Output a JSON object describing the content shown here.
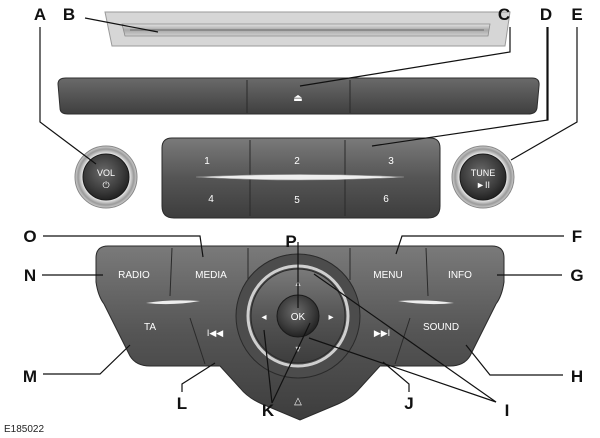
{
  "figure_id": "E185022",
  "callouts": {
    "A": "A",
    "B": "B",
    "C": "C",
    "D": "D",
    "E": "E",
    "F": "F",
    "G": "G",
    "H": "H",
    "I": "I",
    "J": "J",
    "K": "K",
    "L": "L",
    "M": "M",
    "N": "N",
    "O": "O",
    "P": "P"
  },
  "knobs": {
    "volume_label": "VOL",
    "volume_symbol": "⏻",
    "tune_label": "TUNE",
    "tune_symbol": "►II"
  },
  "presets": [
    "1",
    "2",
    "3",
    "4",
    "5",
    "6"
  ],
  "eject_symbol": "⏏",
  "buttons": {
    "radio": "RADIO",
    "media": "MEDIA",
    "menu": "MENU",
    "info": "INFO",
    "ta": "TA",
    "sound": "SOUND",
    "ok": "OK",
    "seek_back_symbol": "I◀◀",
    "seek_forward_symbol": "▶▶I",
    "hazard_symbol": "△"
  },
  "arrows": {
    "up": "▵",
    "down": "▿",
    "left": "◂",
    "right": "▸"
  },
  "colors": {
    "panel_dark": "#4a4a4a",
    "panel_mid": "#6e6e6e",
    "chrome": "#d8d8d8",
    "slot": "#bdbdbd"
  }
}
